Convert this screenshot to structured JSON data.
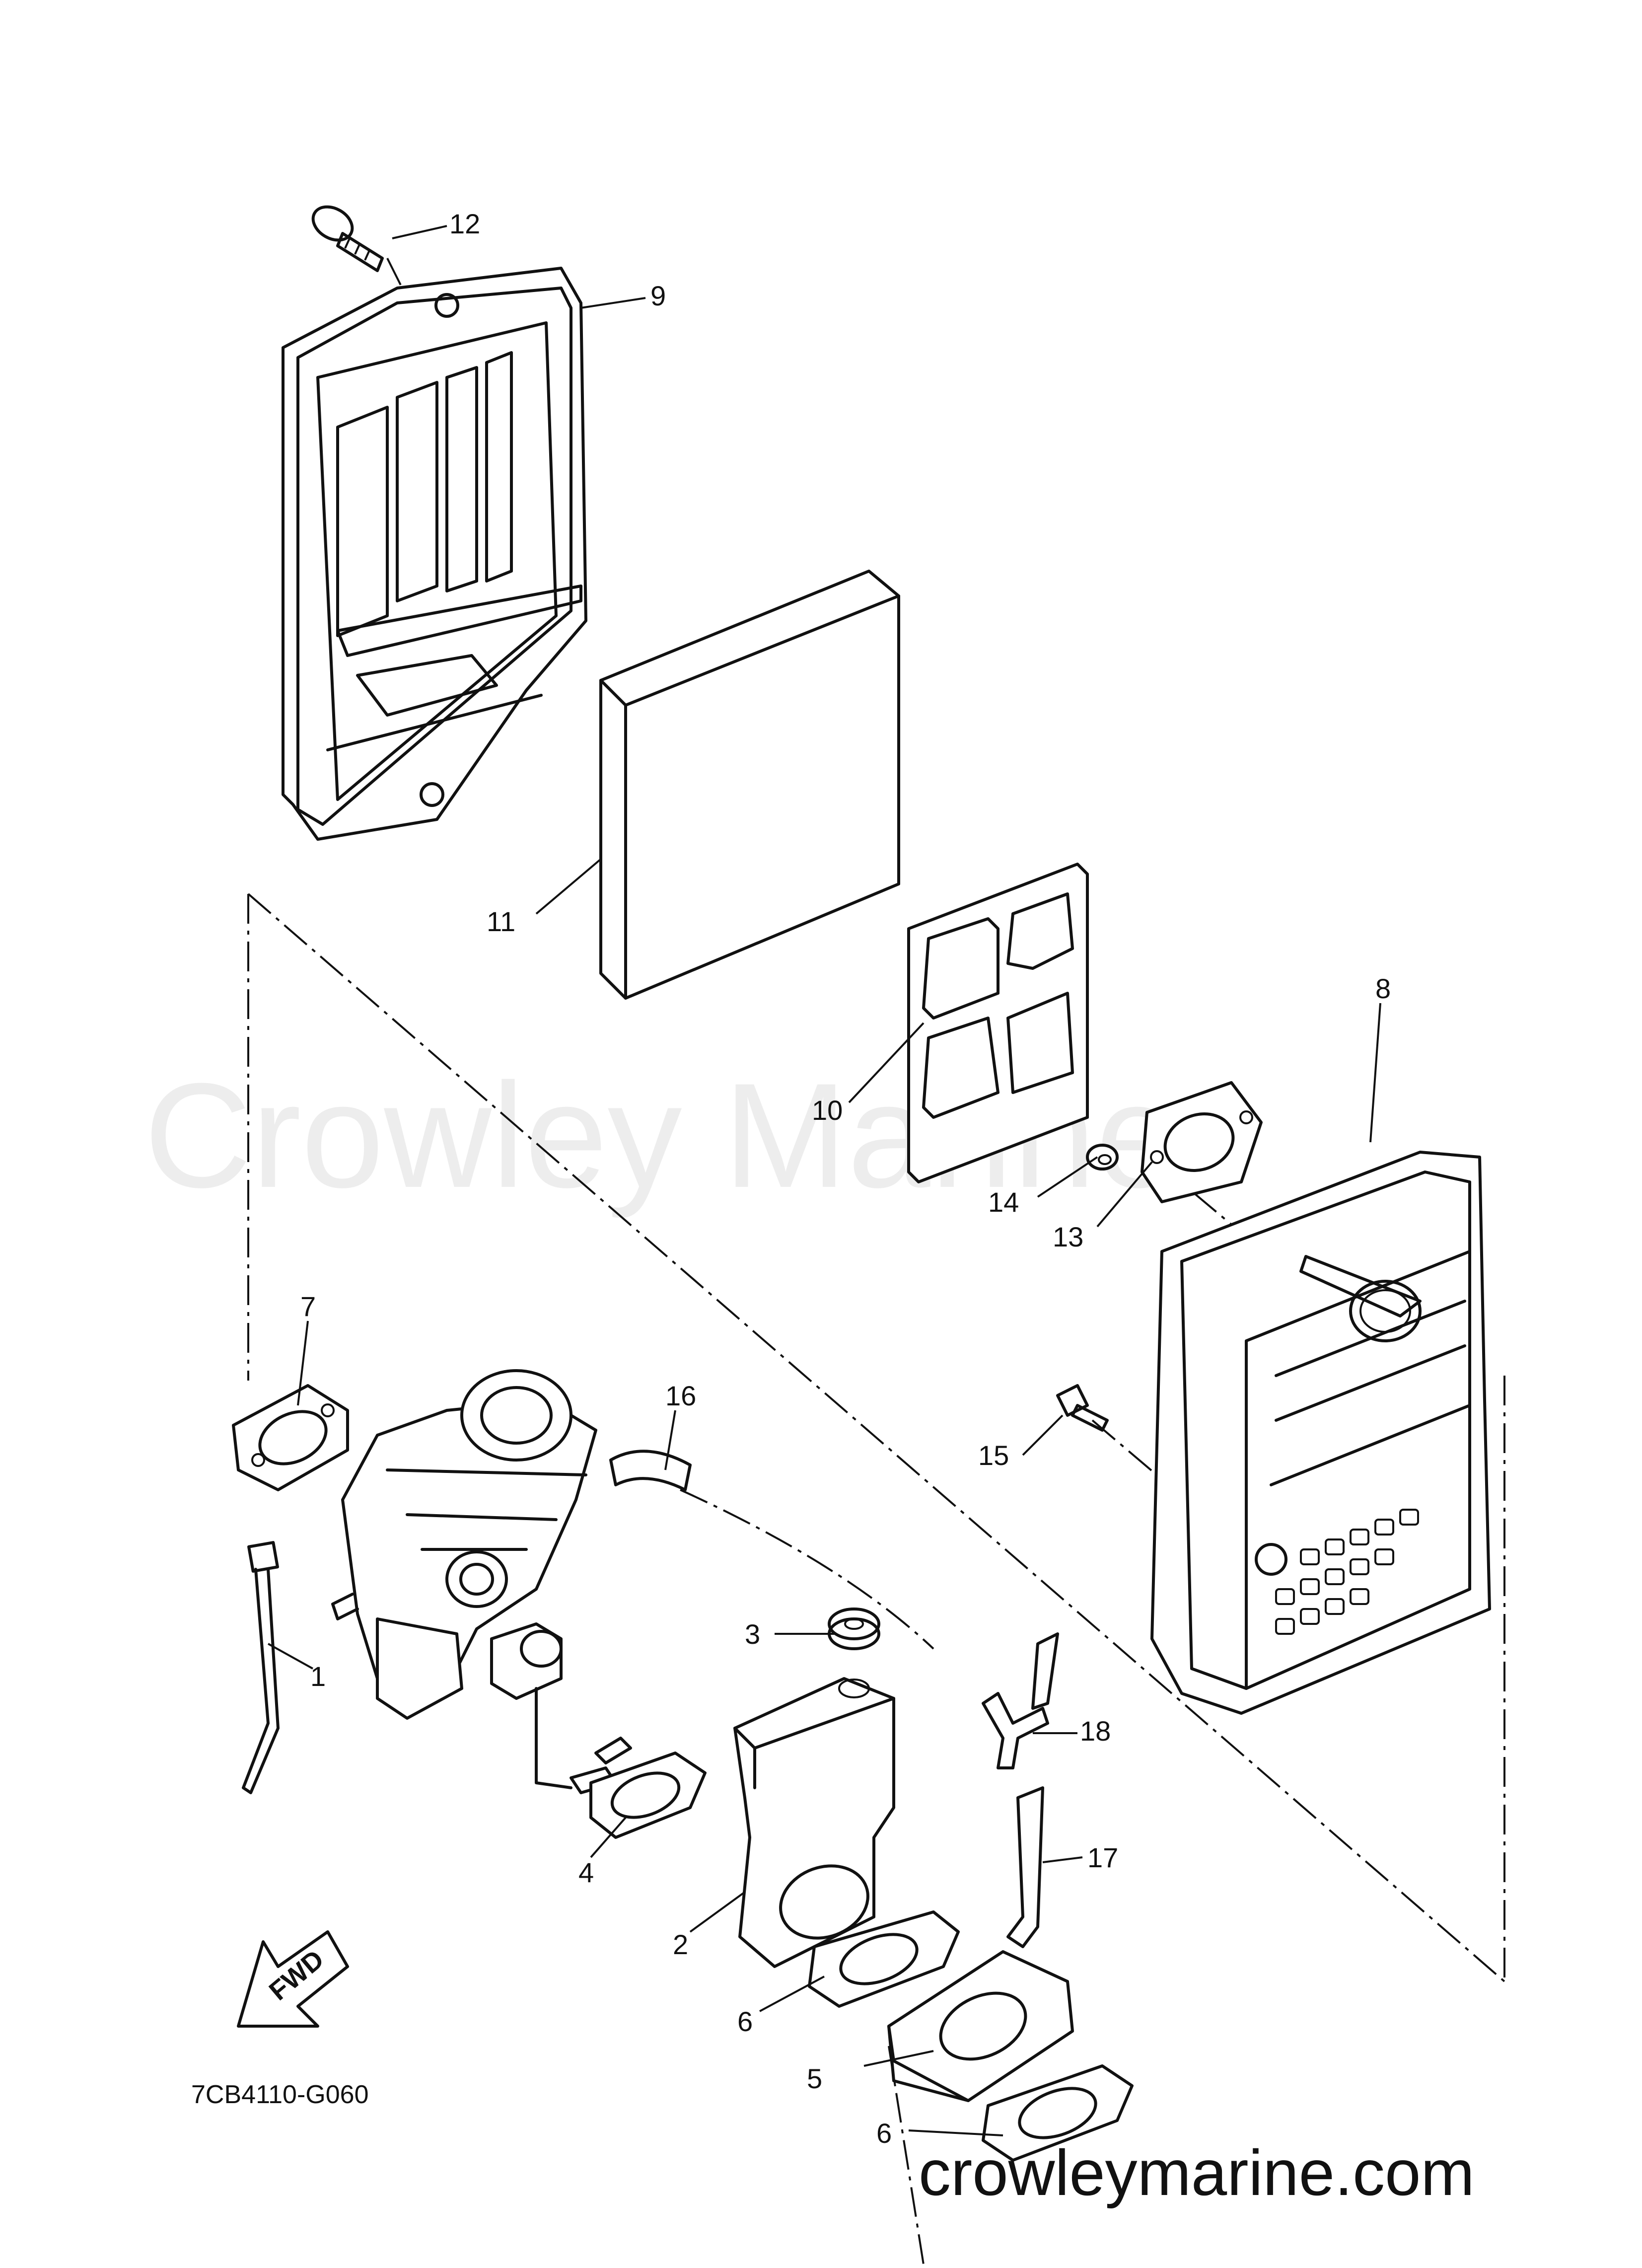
{
  "watermark": "Crowley Marine",
  "diagram_code": "7CB4110-G060",
  "website": "crowleymarine.com",
  "fwd_label": "FWD",
  "callouts": {
    "c1": "1",
    "c2": "2",
    "c3": "3",
    "c4": "4",
    "c5": "5",
    "c6a": "6",
    "c6b": "6",
    "c7": "7",
    "c8": "8",
    "c9": "9",
    "c10": "10",
    "c11": "11",
    "c12": "12",
    "c13": "13",
    "c14": "14",
    "c15": "15",
    "c16": "16",
    "c17": "17",
    "c18": "18"
  }
}
